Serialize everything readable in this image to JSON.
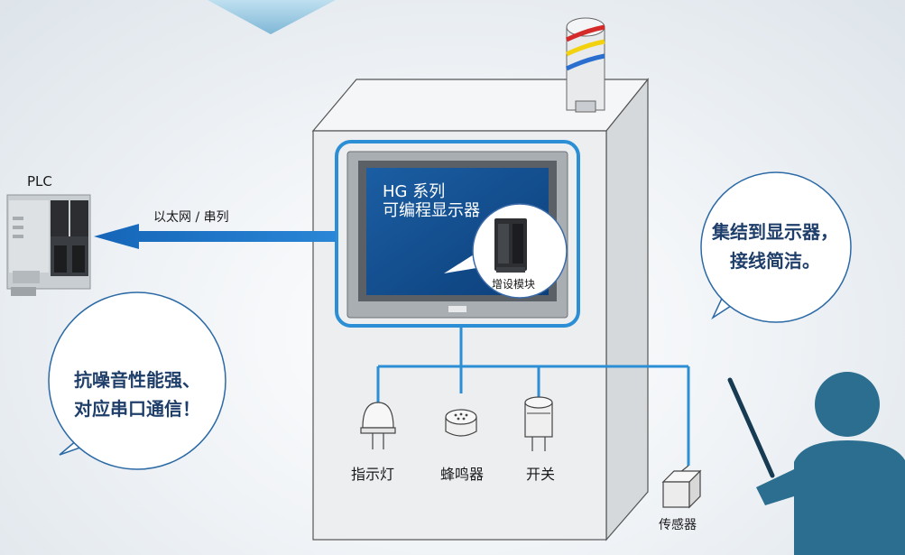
{
  "plc": {
    "label": "PLC"
  },
  "connection": {
    "label": "以太网 / 串列"
  },
  "hmi": {
    "line1": "HG 系列",
    "line2": "可编程显示器"
  },
  "module": {
    "label": "增设模块"
  },
  "devices": [
    {
      "label": "指示灯"
    },
    {
      "label": "蜂鸣器"
    },
    {
      "label": "开关"
    },
    {
      "label": "传感器"
    }
  ],
  "bubbles": {
    "left": {
      "line1": "抗噪音性能强、",
      "line2": "对应串口通信！"
    },
    "right": {
      "line1": "集结到显示器，",
      "line2": "接线简洁。"
    }
  },
  "colors": {
    "accent_blue": "#1a78c8",
    "screen_blue": "#0f4a8c",
    "person_teal": "#2b6e8f",
    "cabinet_gray": "#eceef0"
  }
}
